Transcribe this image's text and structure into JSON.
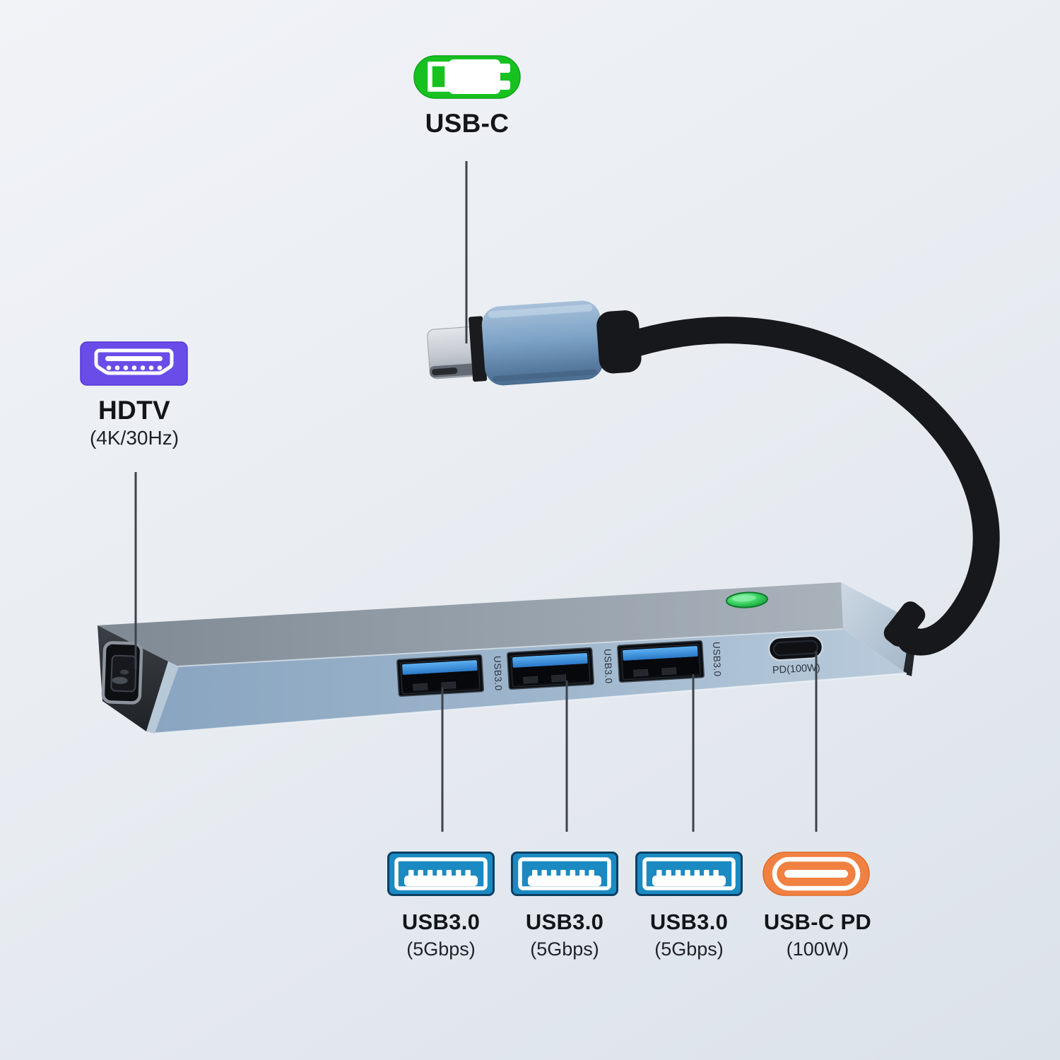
{
  "callouts": {
    "top": {
      "label": "USB-C",
      "icon": "usb-c-plug",
      "color": "#16c120"
    },
    "left": {
      "label": "HDTV",
      "sublabel": "(4K/30Hz)",
      "icon": "hdmi-port",
      "color": "#6a4de9"
    },
    "bottom": [
      {
        "label": "USB3.0",
        "sublabel": "(5Gbps)",
        "icon": "usb-a-port",
        "color": "#1b8ac2"
      },
      {
        "label": "USB3.0",
        "sublabel": "(5Gbps)",
        "icon": "usb-a-port",
        "color": "#1b8ac2"
      },
      {
        "label": "USB3.0",
        "sublabel": "(5Gbps)",
        "icon": "usb-a-port",
        "color": "#1b8ac2"
      },
      {
        "label": "USB-C PD",
        "sublabel": "(100W)",
        "icon": "usb-c-port",
        "color": "#f08140"
      }
    ]
  },
  "hub": {
    "usb3_prints": [
      "USB3.0",
      "USB3.0",
      "USB3.0"
    ],
    "usbc_print": "PD(100W)"
  },
  "colors": {
    "callout_line": "#3e434a",
    "label_text": "#131519",
    "led_green": "#3fd465"
  }
}
